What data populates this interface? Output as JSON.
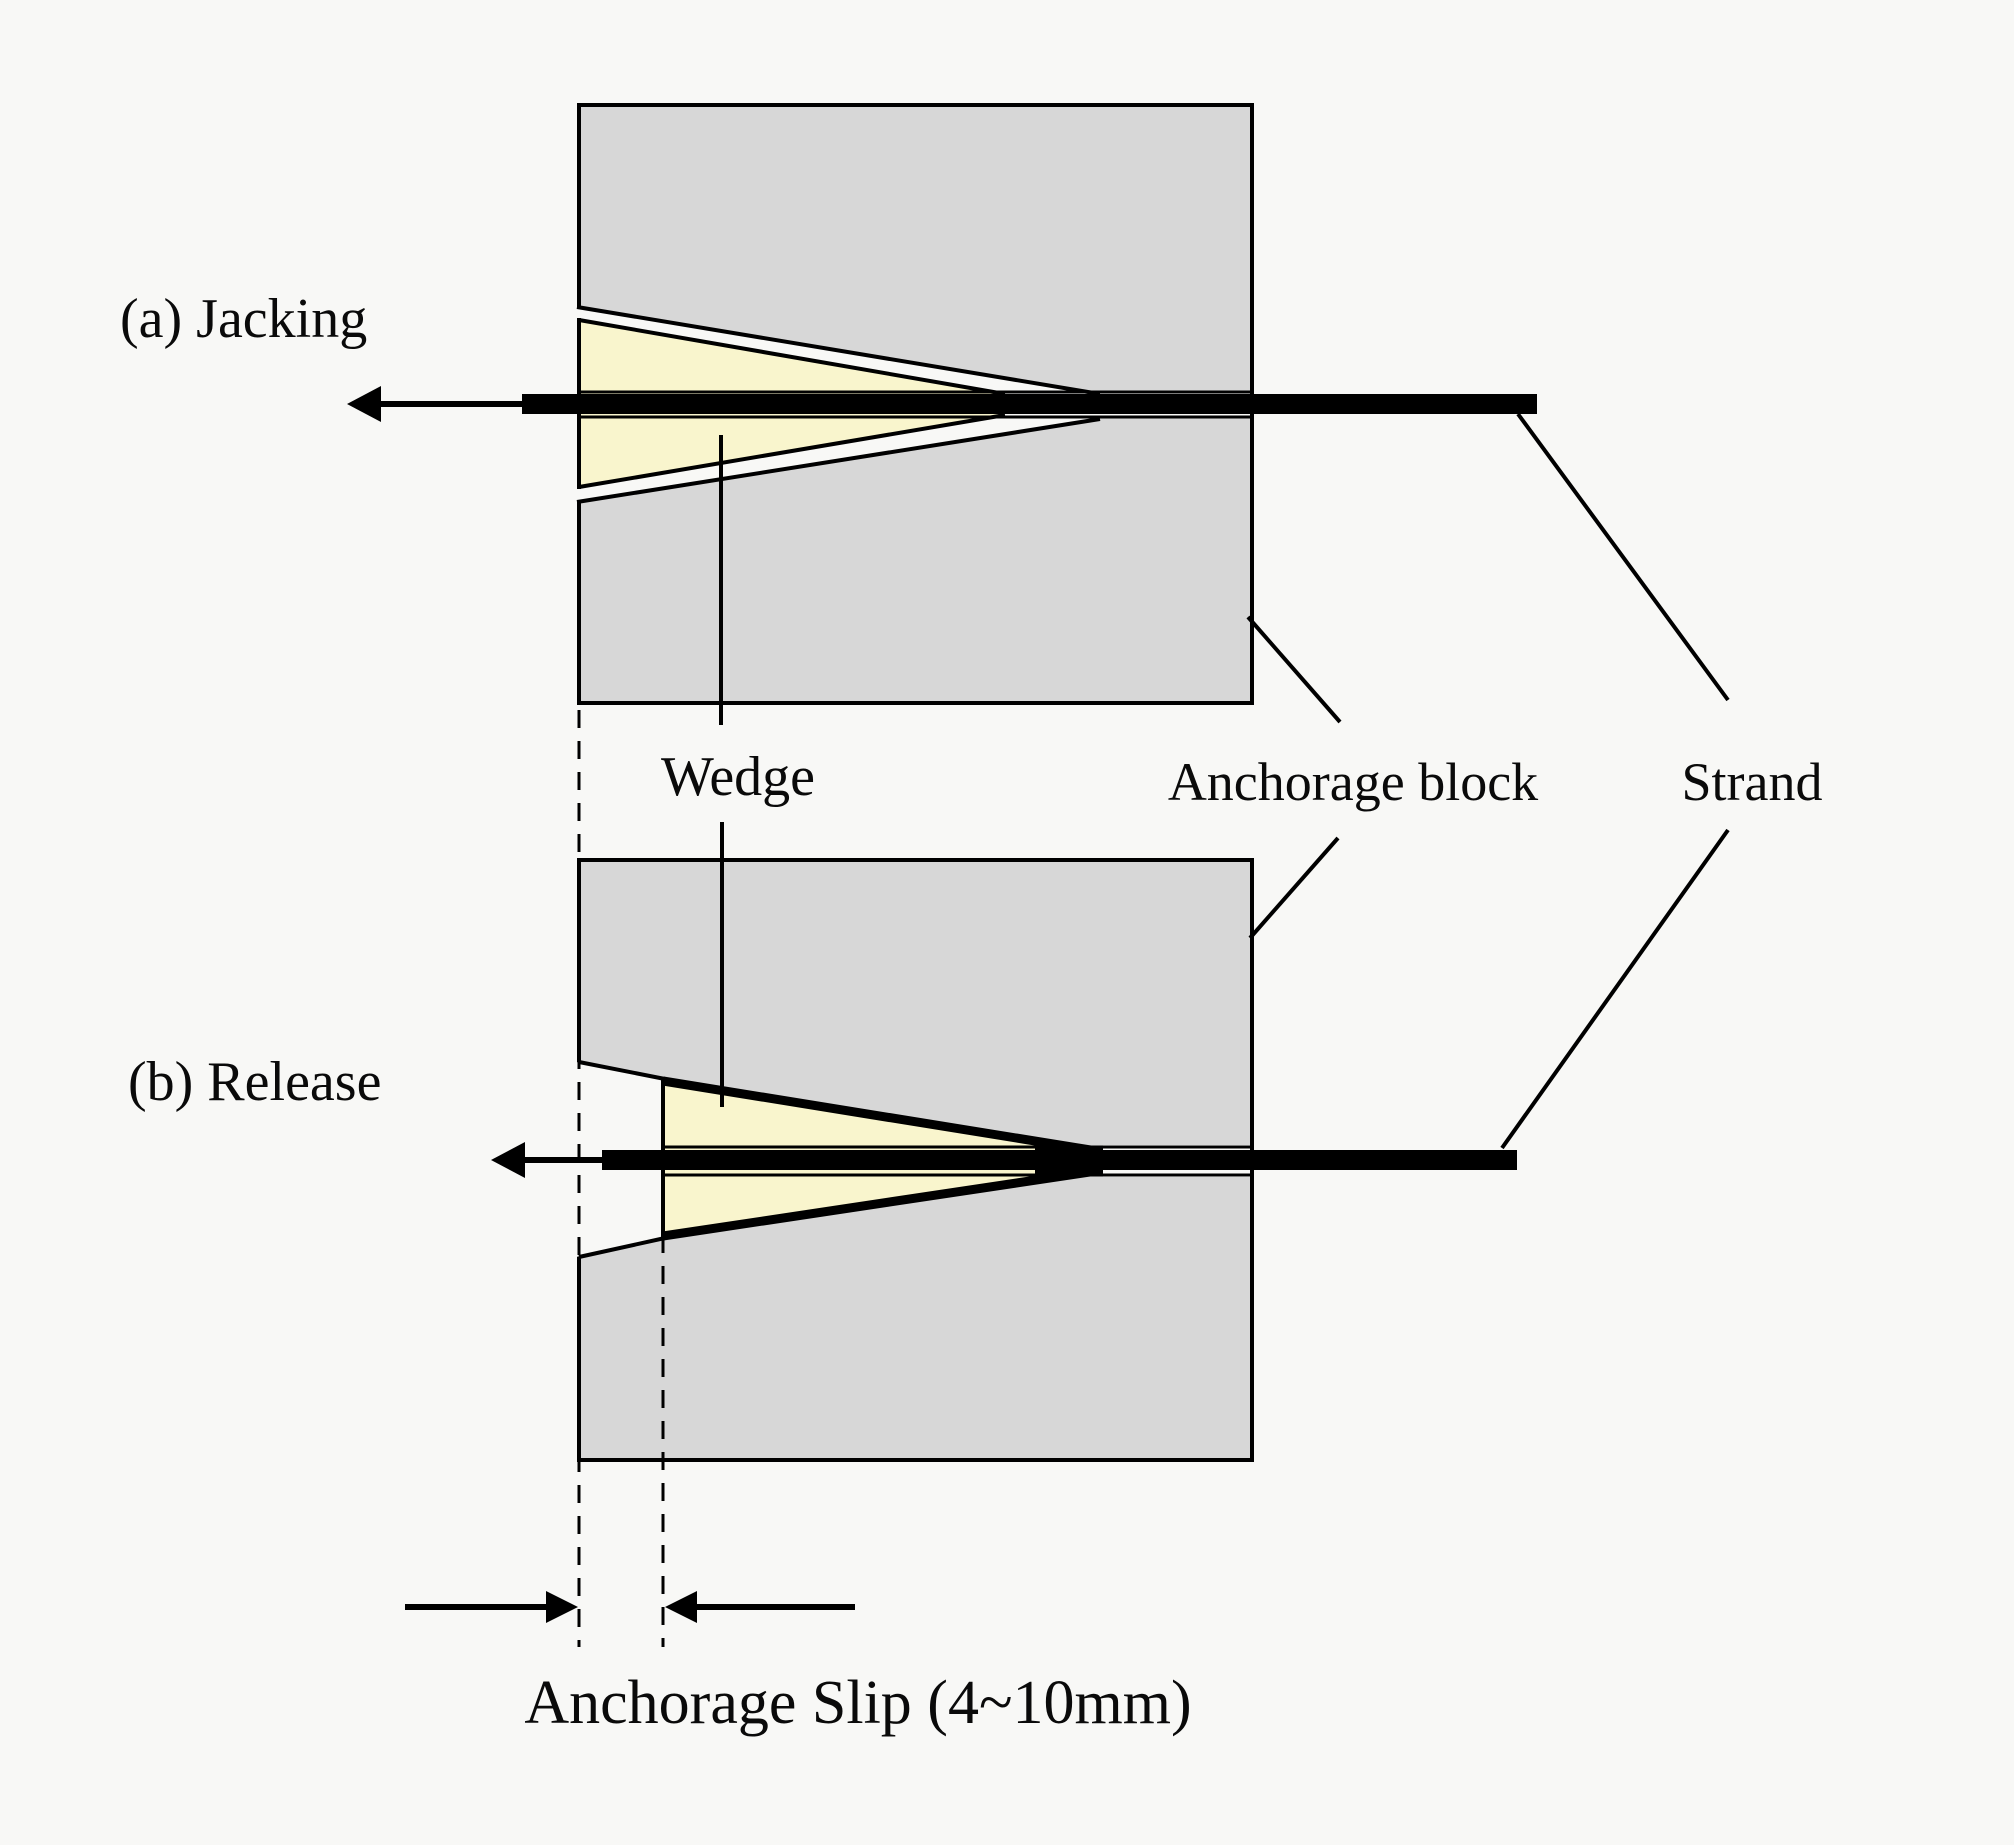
{
  "panel_a": {
    "label": "(a) Jacking"
  },
  "panel_b": {
    "label": "(b) Release"
  },
  "parts": {
    "wedge": "Wedge",
    "anchorage_block": "Anchorage block",
    "strand": "Strand"
  },
  "dimension": {
    "anchorage_slip": "Anchorage Slip (4~10mm)"
  },
  "colors": {
    "background": "#f8f8f6",
    "block_fill": "#d7d7d7",
    "wedge_fill": "#f9f5cd",
    "line": "#000000"
  },
  "icons": {
    "jacking_direction": "left-arrow",
    "slip_extent": "converging-arrows"
  }
}
